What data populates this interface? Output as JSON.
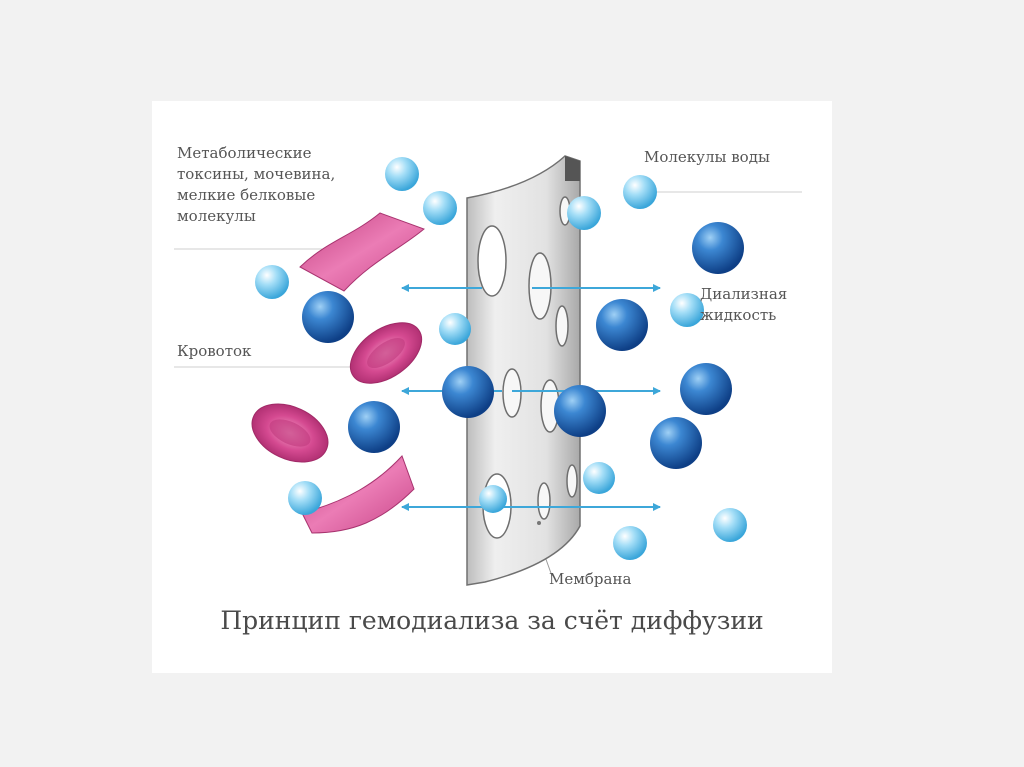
{
  "labels": {
    "toxins": [
      "Метаболические",
      "токсины, мочевина,",
      "мелкие белковые",
      "молекулы"
    ],
    "water": "Молекулы воды",
    "dialysate": [
      "Диализная",
      "жидкость"
    ],
    "blood": "Кровоток",
    "membrane": "Мембрана"
  },
  "caption": "Принцип гемодиализа за счёт диффузии",
  "colors": {
    "big_molecule": "#1f64b4",
    "small_molecule": "#5cc0ea",
    "protein_ribbon": "#d9559b",
    "red_blood_cell": "#d2468f",
    "arrow": "#3da7d9",
    "membrane": "#e6e6e6"
  },
  "icons": [
    "protein-ribbon-icon",
    "red-blood-cell-icon",
    "water-molecule-icon",
    "toxin-molecule-icon",
    "membrane-icon",
    "diffusion-arrow-icon"
  ]
}
